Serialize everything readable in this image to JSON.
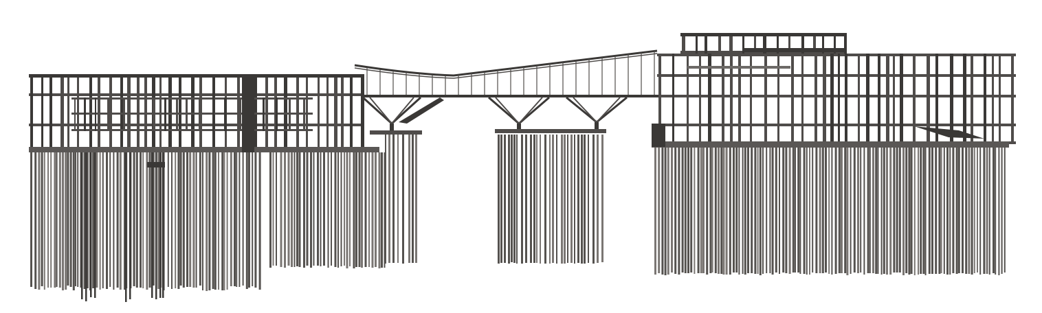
{
  "drawing": {
    "colors": {
      "background": "#ffffff",
      "frame": "#4f4c4a",
      "frame_dark": "#3a3836",
      "frame_light": "#6d6a67",
      "deck": "#5a5755",
      "pile": "#55524f",
      "pile_light": "#7a7673"
    },
    "structures": [
      {
        "id": "west-building-frame",
        "kind": "building"
      },
      {
        "id": "west-pile-field",
        "kind": "piles"
      },
      {
        "id": "pedestrian-bridge",
        "kind": "bridge"
      },
      {
        "id": "central-pier-piles",
        "kind": "piles"
      },
      {
        "id": "east-building-frame",
        "kind": "building"
      },
      {
        "id": "east-pile-field",
        "kind": "piles"
      }
    ]
  }
}
